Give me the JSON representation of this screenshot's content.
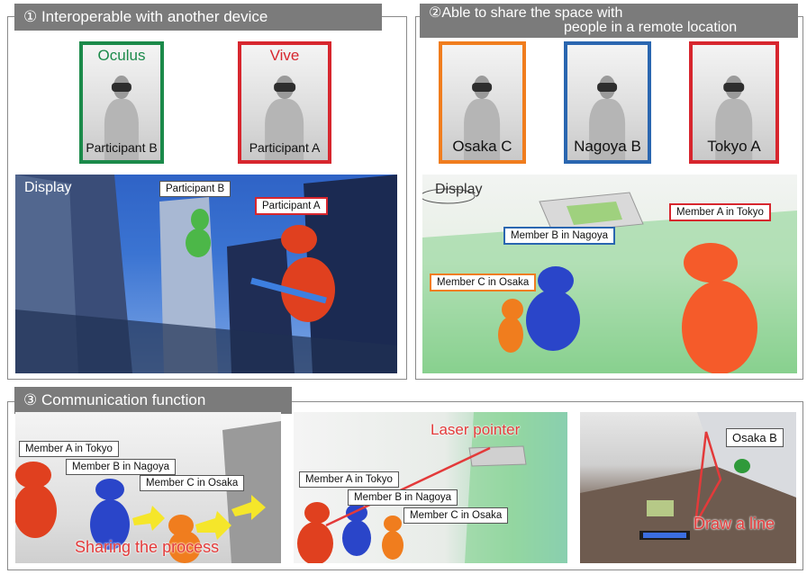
{
  "section1": {
    "title": "① Interoperable with another device",
    "photos": [
      {
        "brand": "Oculus",
        "caption": "Participant B",
        "color": "#1b8a4a"
      },
      {
        "brand": "Vive",
        "caption": "Participant A",
        "color": "#d7262e"
      }
    ],
    "display_label": "Display",
    "callouts": {
      "participant_b": "Participant B",
      "participant_a": "Participant A"
    }
  },
  "section2": {
    "title_line1": "②Able to share the space with",
    "title_line2": "people in a remote location",
    "photos": [
      {
        "caption": "Osaka C",
        "color": "#f07d1e"
      },
      {
        "caption": "Nagoya B",
        "color": "#2a66b0"
      },
      {
        "caption": "Tokyo A",
        "color": "#d7262e"
      }
    ],
    "display_label": "Display",
    "callouts": {
      "member_a": "Member A in Tokyo",
      "member_b": "Member B in Nagoya",
      "member_c": "Member C in Osaka"
    }
  },
  "section3": {
    "title": "③ Communication function",
    "scene1": {
      "member_a": "Member A in Tokyo",
      "member_b": "Member B in Nagoya",
      "member_c": "Member C in Osaka",
      "caption": "Sharing the process"
    },
    "scene2": {
      "laser": "Laser pointer",
      "member_a": "Member A in Tokyo",
      "member_b": "Member B in Nagoya",
      "member_c": "Member C in Osaka"
    },
    "scene3": {
      "label": "Osaka B",
      "caption": "Draw a line"
    }
  },
  "colors": {
    "green": "#1b8a4a",
    "red": "#d7262e",
    "blue": "#2a66b0",
    "orange": "#f07d1e",
    "tab_gray": "#7b7b7b",
    "laser": "#e33a3a"
  }
}
